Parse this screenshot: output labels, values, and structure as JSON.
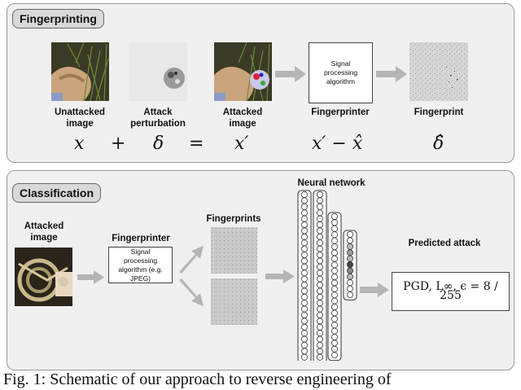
{
  "fingerprinting": {
    "title": "Fingerprinting",
    "labels": {
      "unattacked": "Unattacked image",
      "perturbation": "Attack perturbation",
      "attacked": "Attacked image",
      "fingerprinter": "Fingerprinter",
      "fingerprint": "Fingerprint"
    },
    "box_text": "Signal processing algorithm",
    "equation": {
      "x": "x",
      "plus": "+",
      "delta": "δ",
      "equals": "=",
      "xprime": "x′",
      "diff": "x′ − x̂",
      "deltahat": "δ̂"
    }
  },
  "classification": {
    "title": "Classification",
    "input_label": "Attacked image",
    "fingerprinter_label": "Fingerprinter",
    "box_text": "Signal processing algorithm (e.g. JPEG)",
    "fingerprints_label": "Fingerprints",
    "nn_label": "Neural network",
    "predicted_label": "Predicted attack",
    "prediction": "PGD, L∞, ϵ = 8 / 255"
  },
  "caption": "Fig. 1: Schematic of our approach to reverse engineering of"
}
